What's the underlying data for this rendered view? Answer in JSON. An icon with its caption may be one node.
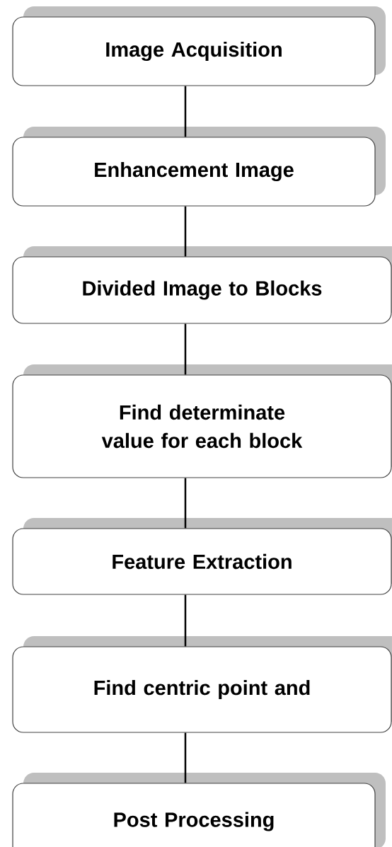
{
  "diagram": {
    "nodes": [
      {
        "text": [
          "Image Acquisition"
        ]
      },
      {
        "text": [
          "Enhancement Image"
        ]
      },
      {
        "text": [
          "Divided Image to Blocks"
        ]
      },
      {
        "text": [
          "Find determinate value for each block"
        ]
      },
      {
        "text": [
          "Feature Extraction"
        ]
      },
      {
        "text": [
          "Find centric point and"
        ]
      },
      {
        "text": [
          "Post Processing"
        ]
      }
    ],
    "edges": [
      {
        "from": 0,
        "to": 1,
        "arrow": "none"
      },
      {
        "from": 1,
        "to": 2,
        "arrow": "none"
      },
      {
        "from": 2,
        "to": 3,
        "arrow": "none"
      },
      {
        "from": 3,
        "to": 4,
        "arrow": "none"
      },
      {
        "from": 4,
        "to": 5,
        "arrow": "none"
      },
      {
        "from": 5,
        "to": 6,
        "arrow": "none"
      }
    ]
  }
}
